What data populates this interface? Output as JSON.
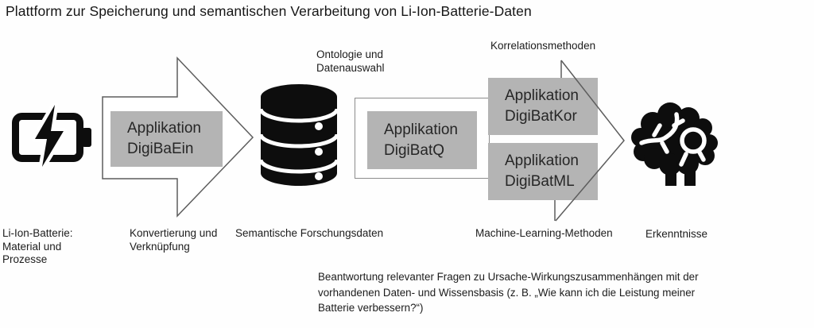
{
  "title": "Plattform zur Speicherung und semantischen Verarbeitung von Li-Ion-Batterie-Daten",
  "colors": {
    "box_gray": "#b4b4b4",
    "line_gray": "#5d5d5d",
    "icon_black": "#0d0d0d",
    "text": "#1c1c1c"
  },
  "icons": {
    "battery": "battery-charging-icon",
    "database": "database-icon",
    "brain": "brain-icon",
    "flow_arrow": "block-arrow-right-icon",
    "merge_arrow": "chevron-right-arrow-icon"
  },
  "nodes": {
    "battery": {
      "label_lines": [
        "Li-Ion-Batterie:",
        "Material und",
        "Prozesse"
      ]
    },
    "ingest": {
      "app_lines": [
        "Applikation",
        "DigiBaEin"
      ],
      "label_lines": [
        "Konvertierung und",
        "Verknüpfung"
      ]
    },
    "database": {
      "top_label_lines": [
        "Ontologie und",
        "Datenauswahl"
      ],
      "bottom_label": "Semantische Forschungsdaten"
    },
    "query": {
      "app_lines": [
        "Applikation",
        "DigiBatQ"
      ]
    },
    "correlation": {
      "app_lines": [
        "Applikation",
        "DigiBatKor"
      ],
      "label": "Korrelationsmethoden"
    },
    "ml": {
      "app_lines": [
        "Applikation",
        "DigiBatML"
      ],
      "label": "Machine-Learning-Methoden"
    },
    "insight": {
      "label": "Erkenntnisse"
    }
  },
  "qa_note": {
    "lines": [
      "Beantwortung relevanter Fragen zu Ursache-Wirkungszusammenhängen mit der",
      "vorhandenen Daten- und Wissensbasis (z. B. „Wie kann ich die Leistung meiner",
      "Batterie verbessern?“)"
    ]
  }
}
